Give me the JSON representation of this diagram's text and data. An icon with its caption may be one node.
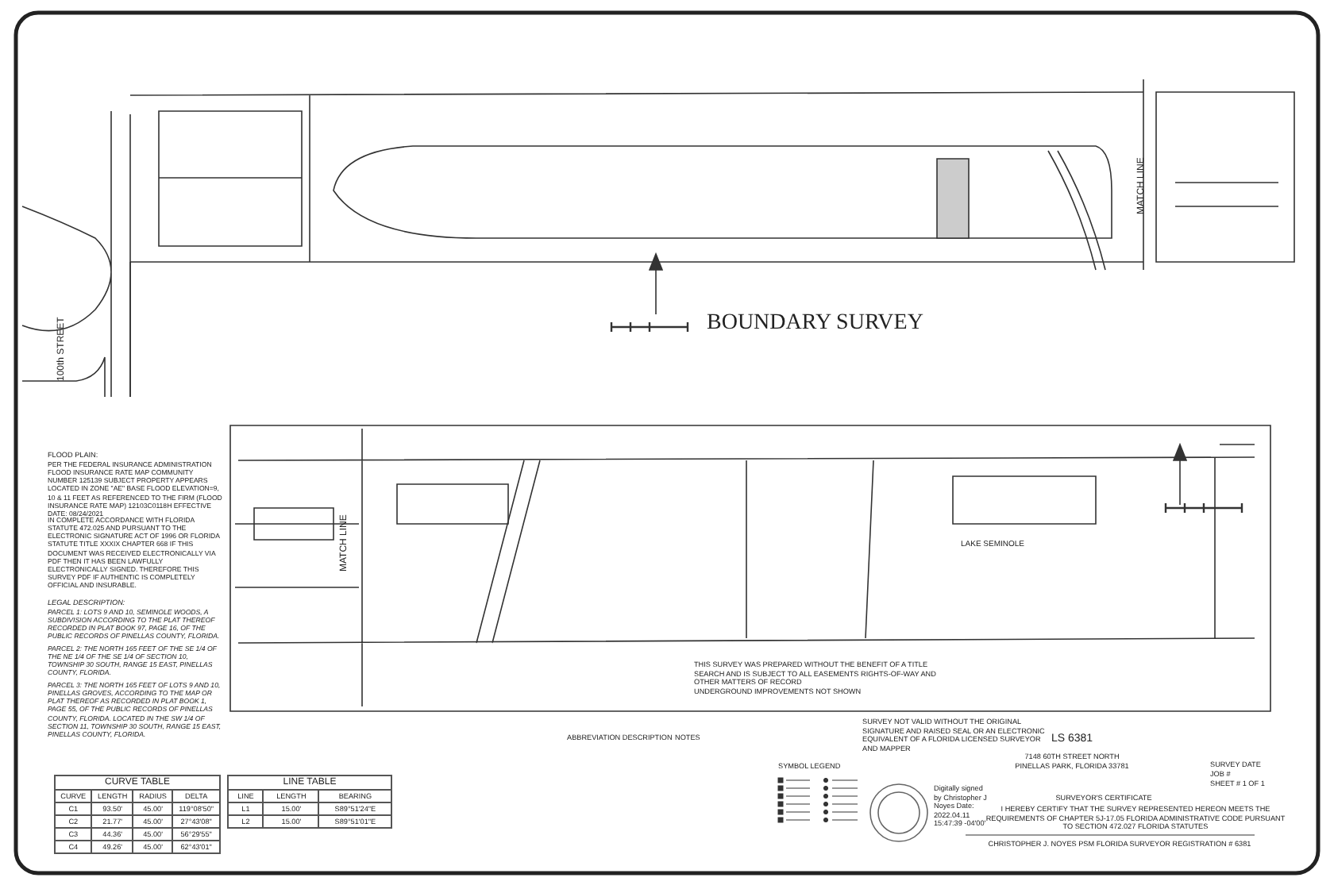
{
  "diagram": {
    "title": "BOUNDARY SURVEY",
    "labels": [
      "MATCH LINE",
      "100th STREET",
      "FLOOD PLAIN:",
      "PER THE FEDERAL INSURANCE ADMINISTRATION FLOOD INSURANCE RATE MAP COMMUNITY NUMBER 125139 SUBJECT PROPERTY APPEARS LOCATED IN ZONE \"AE\" BASE FLOOD ELEVATION=9, 10 & 11 FEET AS REFERENCED TO THE FIRM (FLOOD INSURANCE RATE MAP) 12103C0118H EFFECTIVE DATE: 08/24/2021",
      "IN COMPLETE ACCORDANCE WITH FLORIDA STATUTE 472.025 AND PURSUANT TO THE ELECTRONIC SIGNATURE ACT OF 1996 OR FLORIDA STATUTE TITLE XXXIX CHAPTER 668 IF THIS DOCUMENT WAS RECEIVED ELECTRONICALLY VIA PDF THEN IT HAS BEEN LAWFULLY ELECTRONICALLY SIGNED. THEREFORE THIS SURVEY PDF IF AUTHENTIC IS COMPLETELY OFFICIAL AND INSURABLE.",
      "LEGAL DESCRIPTION:",
      "PARCEL 1: LOTS 9 AND 10, SEMINOLE WOODS, A SUBDIVISION ACCORDING TO THE PLAT THEREOF RECORDED IN PLAT BOOK 97, PAGE 16, OF THE PUBLIC RECORDS OF PINELLAS COUNTY, FLORIDA.",
      "PARCEL 2: THE NORTH 165 FEET OF THE SE 1/4 OF THE NE 1/4 OF THE SE 1/4 OF SECTION 10, TOWNSHIP 30 SOUTH, RANGE 15 EAST, PINELLAS COUNTY, FLORIDA.",
      "PARCEL 3: THE NORTH 165 FEET OF LOTS 9 AND 10, PINELLAS GROVES, ACCORDING TO THE MAP OR PLAT THEREOF AS RECORDED IN PLAT BOOK 1, PAGE 55, OF THE PUBLIC RECORDS OF PINELLAS COUNTY, FLORIDA. LOCATED IN THE SW 1/4 OF SECTION 11, TOWNSHIP 30 SOUTH, RANGE 15 EAST, PINELLAS COUNTY, FLORIDA.",
      "MATCH LINE",
      "LAKE SEMINOLE",
      "THIS SURVEY WAS PREPARED WITHOUT THE BENEFIT OF A TITLE SEARCH AND IS SUBJECT TO ALL EASEMENTS RIGHTS-OF-WAY AND OTHER MATTERS OF RECORD",
      "UNDERGROUND IMPROVEMENTS NOT SHOWN",
      "CURVE TABLE",
      "CURVE",
      "LENGTH",
      "RADIUS",
      "DELTA",
      "C1",
      "93.50'",
      "45.00'",
      "119°08'50\"",
      "C2",
      "21.77'",
      "45.00'",
      "27°43'08\"",
      "C3",
      "44.36'",
      "45.00'",
      "56°29'55\"",
      "C4",
      "49.26'",
      "45.00'",
      "62°43'01\"",
      "LINE TABLE",
      "LINE",
      "LENGTH",
      "BEARING",
      "L1",
      "15.00'",
      "S89°51'24\"E",
      "L2",
      "15.00'",
      "S89°51'01\"E",
      "ABBREVIATION DESCRIPTION",
      "NOTES",
      "SYMBOL LEGEND",
      "SURVEY NOT VALID WITHOUT THE ORIGINAL SIGNATURE AND RAISED SEAL OR AN ELECTRONIC EQUIVALENT OF A FLORIDA LICENSED SURVEYOR AND MAPPER",
      "Digitally signed by Christopher J Noyes Date: 2022.04.11 15:47:39 -04'00'",
      "LS 6381",
      "7148 60TH STREET NORTH",
      "PINELLAS PARK, FLORIDA 33781",
      "SURVEY DATE",
      "JOB #",
      "SHEET # 1 OF 1",
      "SURVEYOR'S CERTIFICATE",
      "I HEREBY CERTIFY THAT THE SURVEY REPRESENTED HEREON MEETS THE REQUIREMENTS OF CHAPTER 5J-17.05 FLORIDA ADMINISTRATIVE CODE PURSUANT TO SECTION 472.027 FLORIDA STATUTES",
      "CHRISTOPHER J. NOYES PSM   FLORIDA SURVEYOR REGISTRATION # 6381"
    ]
  }
}
